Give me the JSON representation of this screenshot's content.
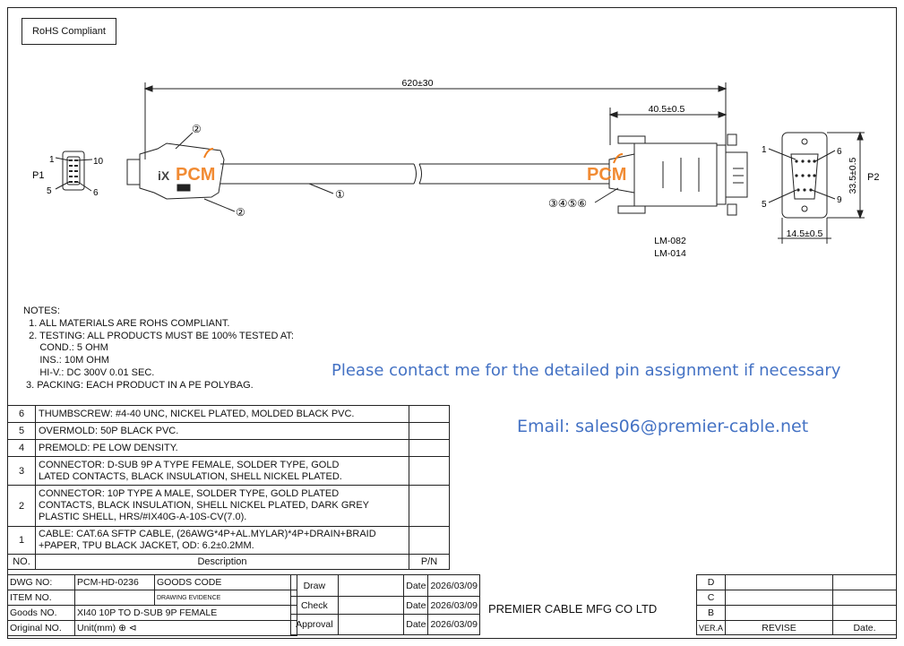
{
  "rohs": "RoHS Compliant",
  "dims": {
    "overall": "620±30",
    "head": "40.5±0.5",
    "p2_height": "33.5±0.5",
    "p2_width": "14.5±0.5"
  },
  "labels": {
    "p1": "P1",
    "p2": "P2",
    "p1_pin1": "1",
    "p1_pin10": "10",
    "p1_pin5": "5",
    "p1_pin6": "6",
    "p2_pin1": "1",
    "p2_pin6": "6",
    "p2_pin5": "5",
    "p2_pin9": "9",
    "call1": "①",
    "call2a": "②",
    "call2b": "②",
    "call3456": "③④⑤⑥",
    "lm1": "LM-082",
    "lm2": "LM-014",
    "logo_left": "PCM",
    "logo_right": "PCM",
    "ix_mark": "iX"
  },
  "notes": {
    "title": "NOTES:",
    "lines": [
      "  1. ALL MATERIALS ARE ROHS COMPLIANT.",
      "  2. TESTING: ALL PRODUCTS MUST BE 100% TESTED AT:",
      "      COND.: 5 OHM",
      "      INS.: 10M OHM",
      "      HI-V.: DC 300V 0.01 SEC.",
      " 3. PACKING: EACH PRODUCT IN A PE POLYBAG."
    ]
  },
  "contact": "Please contact me for the detailed pin assignment if necessary",
  "email": "Email: sales06@premier-cable.net",
  "bom": [
    {
      "no": "6",
      "desc": "THUMBSCREW: #4-40 UNC, NICKEL PLATED, MOLDED BLACK PVC.",
      "pn": ""
    },
    {
      "no": "5",
      "desc": "OVERMOLD: 50P BLACK PVC.",
      "pn": ""
    },
    {
      "no": "4",
      "desc": "PREMOLD: PE LOW DENSITY.",
      "pn": ""
    },
    {
      "no": "3",
      "desc": "CONNECTOR: D-SUB 9P A TYPE FEMALE, SOLDER TYPE, GOLD\nLATED CONTACTS, BLACK INSULATION, SHELL NICKEL PLATED.",
      "pn": ""
    },
    {
      "no": "2",
      "desc": "CONNECTOR: 10P TYPE A MALE, SOLDER TYPE, GOLD PLATED\nCONTACTS, BLACK INSULATION, SHELL NICKEL PLATED, DARK GREY\nPLASTIC SHELL, HRS/#IX40G-A-10S-CV(7.0).",
      "pn": ""
    },
    {
      "no": "1",
      "desc": "CABLE: CAT.6A SFTP CABLE, (26AWG*4P+AL.MYLAR)*4P+DRAIN+BRAID\n+PAPER, TPU BLACK JACKET, OD: 6.2±0.2MM.",
      "pn": ""
    }
  ],
  "bom_header": {
    "no": "NO.",
    "desc": "Description",
    "pn": "P/N"
  },
  "title_block": {
    "dwg_no_label": "DWG NO:",
    "dwg_no": "PCM-HD-0236",
    "goods_code": "GOODS CODE",
    "item_no_label": "ITEM NO.",
    "drawing_evidence": "DRAWING EVIDENCE",
    "goods_no_label": "Goods NO.",
    "goods_no": "XI40 10P TO D-SUB 9P FEMALE",
    "original_no_label": "Original NO.",
    "unit": "Unit(mm)",
    "draw": "Draw",
    "check": "Check",
    "approval": "Approval",
    "date_label": "Date",
    "date1": "2026/03/09",
    "date2": "2026/03/09",
    "date3": "2026/03/09",
    "company": "PREMIER CABLE MFG CO LTD",
    "rev_d": "D",
    "rev_c": "C",
    "rev_b": "B",
    "ver": "VER.A",
    "revise": "REVISE",
    "date_col": "Date."
  },
  "colors": {
    "accent_text": "#4472c4",
    "logo": "#f07f1e",
    "line": "#222222"
  }
}
